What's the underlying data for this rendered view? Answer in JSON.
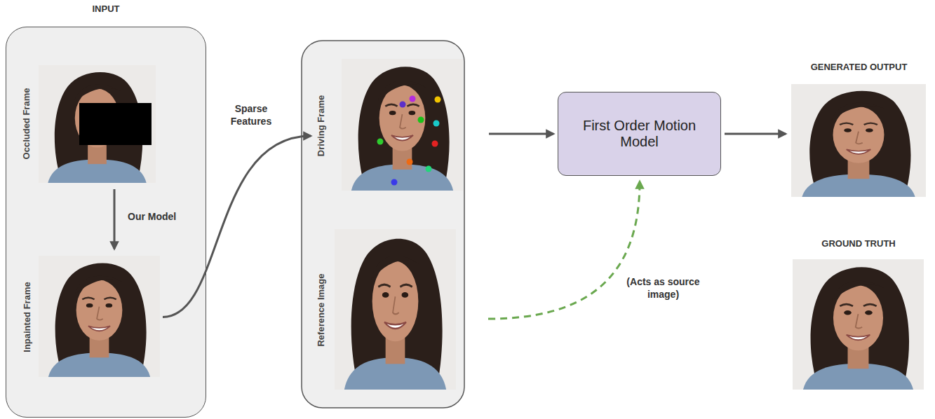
{
  "diagram": {
    "nodes": [
      {
        "text": [
          "INPUT"
        ]
      },
      {
        "text": [
          "Occluded Frame"
        ],
        "in": 0
      },
      {
        "text": [
          "Inpainted Frame"
        ],
        "in": 0
      },
      {
        "text": [
          "Driving Frame"
        ]
      },
      {
        "text": [
          "Reference Image"
        ]
      },
      {
        "text": [
          "First Order Motion Model"
        ]
      },
      {
        "text": [
          "GENERATED OUTPUT"
        ]
      },
      {
        "text": [
          "GROUND TRUTH"
        ]
      }
    ],
    "edges": [
      {
        "from": 1,
        "to": 2,
        "label": "Our Model",
        "arrow": "to"
      },
      {
        "from": 2,
        "to": 3,
        "label": "Sparse Features",
        "arrow": "to"
      },
      {
        "from": 3,
        "to": 5,
        "arrow": "to"
      },
      {
        "from": 4,
        "to": 5,
        "label": "(Acts as source image)",
        "arrow": "to"
      },
      {
        "from": 5,
        "to": 6,
        "arrow": "to"
      }
    ]
  }
}
